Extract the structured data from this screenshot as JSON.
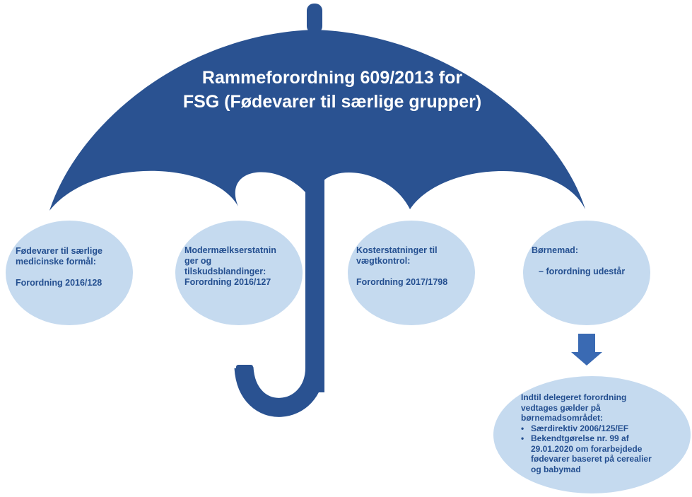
{
  "title": {
    "line1": "Rammeforordning 609/2013 for",
    "line2": "FSG (Fødevarer til særlige grupper)"
  },
  "groups": [
    {
      "lines": [
        "Fødevarer til særlige",
        "medicinske formål:"
      ],
      "regulation": "Forordning 2016/128"
    },
    {
      "lines": [
        "Modermælkserstatnin",
        "ger og",
        "tilskudsblandinger:"
      ],
      "regulation": "Forordning 2016/127"
    },
    {
      "lines": [
        "Kosterstatninger til",
        "vægtkontrol:"
      ],
      "regulation": "Forordning 2017/1798"
    },
    {
      "lines": [
        "Børnemad:"
      ],
      "dash": "–",
      "regulation": "forordning udestår"
    }
  ],
  "note": {
    "intro": [
      "Indtil delegeret forordning",
      "vedtages gælder på",
      "børnemadsområdet:"
    ],
    "bullet_symbol": "•",
    "bullets": [
      {
        "lines": [
          "Særdirektiv 2006/125/EF"
        ]
      },
      {
        "lines": [
          "Bekendtgørelse nr. 99 af",
          "29.01.2020 om forarbejdede",
          "fødevarer baseret på cerealier",
          "og babymad"
        ]
      }
    ]
  },
  "colors": {
    "umbrella": "#2a5291",
    "oval": "#c5daef",
    "oval_text": "#244f90",
    "arrow": "#3a6ab3",
    "title_text": "#ffffff"
  }
}
